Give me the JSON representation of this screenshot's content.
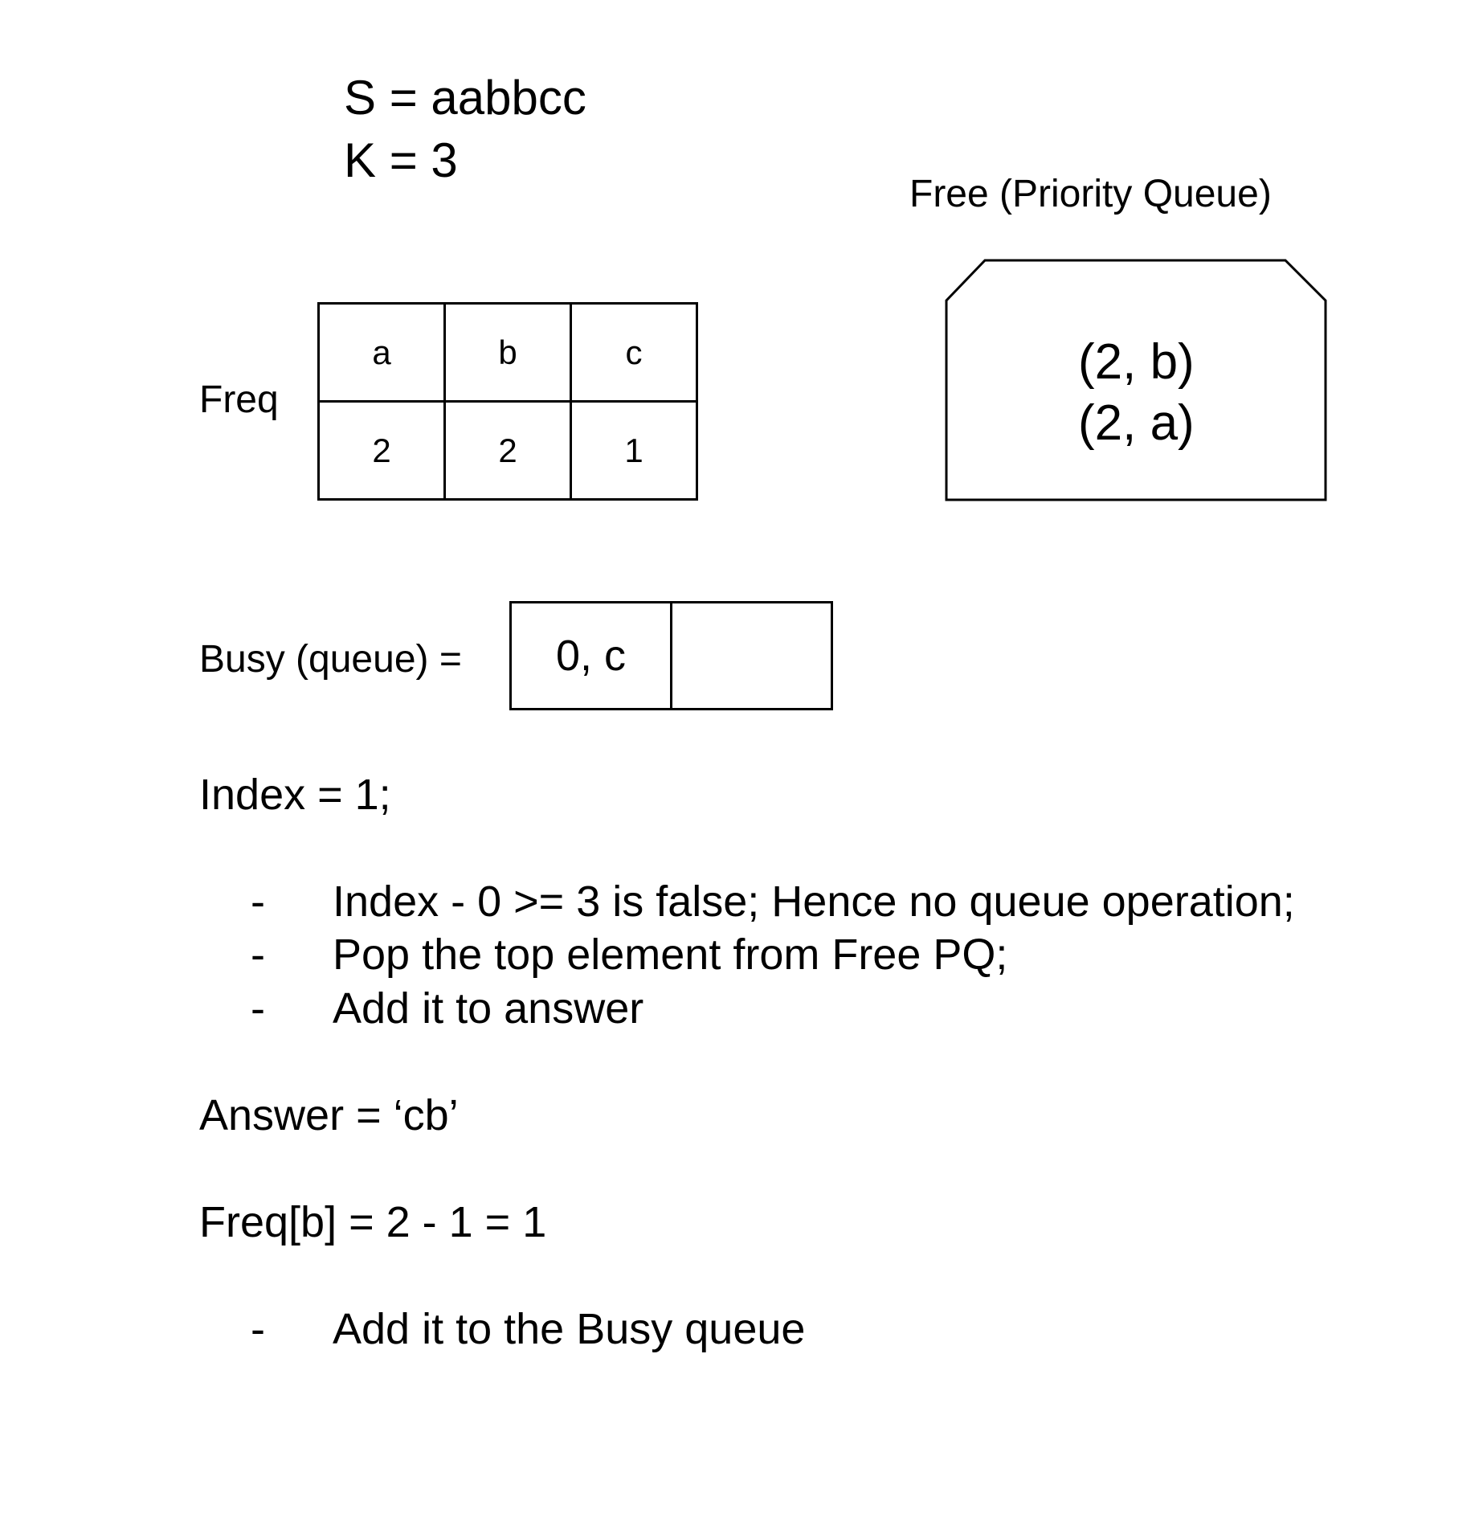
{
  "header": {
    "s_line": "S = aabbcc",
    "k_line": "K = 3"
  },
  "freq": {
    "label": "Freq",
    "chars": [
      "a",
      "b",
      "c"
    ],
    "counts": [
      "2",
      "2",
      "1"
    ]
  },
  "free_pq": {
    "title": "Free (Priority Queue)",
    "items": [
      "(2, b)",
      "(2, a)"
    ]
  },
  "busy": {
    "label": "Busy (queue) =",
    "cells": [
      "0, c",
      ""
    ]
  },
  "steps": {
    "index_line": "Index = 1;",
    "bullets_1": [
      {
        "dash": "-",
        "text": "Index - 0 >= 3 is false; Hence no queue operation;"
      },
      {
        "dash": "-",
        "text": "Pop the top element from Free PQ;"
      },
      {
        "dash": "-",
        "text": "Add it to answer"
      }
    ],
    "answer_line": "Answer = ‘cb’",
    "freqb_line": "Freq[b] = 2 - 1 = 1",
    "bullets_2": [
      {
        "dash": "-",
        "text": "Add it to the Busy queue"
      }
    ]
  }
}
